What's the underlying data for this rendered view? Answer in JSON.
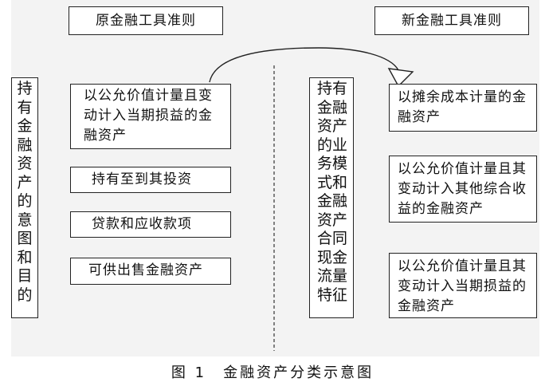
{
  "old_standard": {
    "header": "原金融工具准则",
    "side_label": "持有金融资产的意图和目的",
    "categories": [
      "以公允价值计量且变动计入当期损益的金融资产",
      "持有至到其投资",
      "贷款和应收款项",
      "可供出售金融资产"
    ]
  },
  "new_standard": {
    "header": "新金融工具准则",
    "side_label": "持有金融资产的业务模式和金融资产合同现金流量特征",
    "categories": [
      "以摊余成本计量的金融资产",
      "以公允价值计量且其变动计入其他综合收益的金融资产",
      "以公允价值计量且其变动计入当期损益的金融资产"
    ]
  },
  "caption": "图 1　金融资产分类示意图"
}
